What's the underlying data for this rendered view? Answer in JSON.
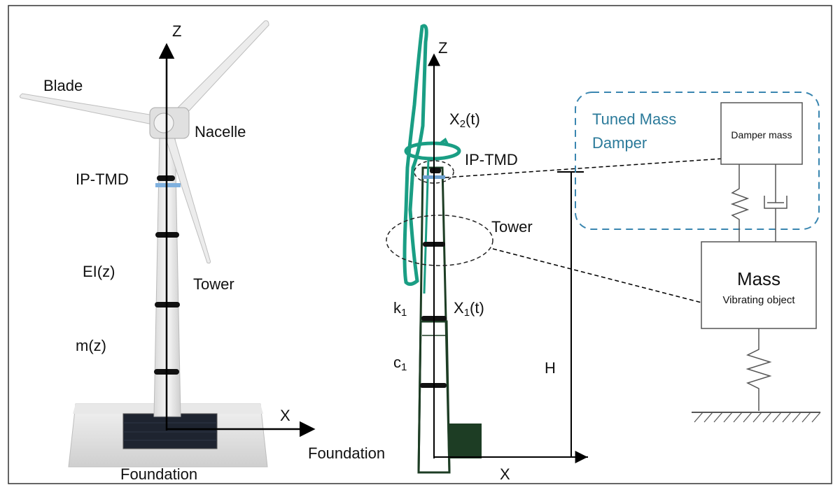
{
  "left_figure": {
    "blade_label": "Blade",
    "nacelle_label": "Nacelle",
    "ip_tmd_label": "IP-TMD",
    "tower_label": "Tower",
    "stiffness_label": "EI(z)",
    "mass_label": "m(z)",
    "z_axis_label": "Z",
    "x_axis_label": "X",
    "foundation_label": "Foundation"
  },
  "middle_figure": {
    "z_axis_label": "Z",
    "x2_label": "X",
    "x2_sub": "2",
    "x2_suffix": "(t)",
    "ip_tmd_label": "IP-TMD",
    "tower_label": "Tower",
    "k1_main": "k",
    "k1_sub": "1",
    "x1_label": "X",
    "x1_sub": "1",
    "x1_suffix": "(t)",
    "c1_main": "c",
    "c1_sub": "1",
    "height_label": "H",
    "foundation_label": "Foundation",
    "x_axis_label": "X"
  },
  "right_figure": {
    "tmd_title_line1": "Tuned Mass",
    "tmd_title_line2": "Damper",
    "damper_mass_label": "Damper mass",
    "mass_label": "Mass",
    "vibrating_object_label": "Vibrating object"
  },
  "colors": {
    "teal": "#1a9e84",
    "dark_green": "#1d3d24",
    "tmd_dash_blue": "#3a86b0",
    "tmd_title": "#2b7a9a",
    "mount_blue": "#6ca0cf",
    "blade_grey": "#e6e6e6"
  }
}
